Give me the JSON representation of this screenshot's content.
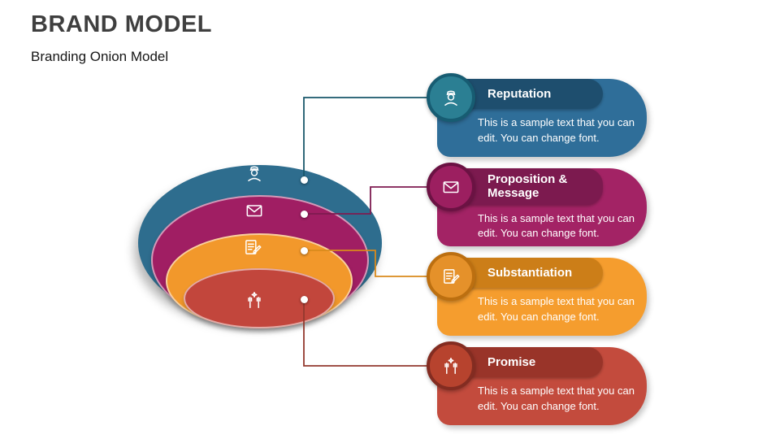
{
  "page": {
    "title": "BRAND MODEL",
    "subtitle": "Branding Onion Model"
  },
  "onion": {
    "layers": [
      {
        "name": "reputation",
        "icon": "officer-icon",
        "color": "#2E6D8E"
      },
      {
        "name": "proposition-message",
        "icon": "envelope-icon",
        "color": "#A01E63"
      },
      {
        "name": "substantiation",
        "icon": "certificate-icon",
        "color": "#F2982B"
      },
      {
        "name": "promise",
        "icon": "hands-icon",
        "color": "#C2463C"
      }
    ]
  },
  "cards": [
    {
      "title": "Reputation",
      "body": "This is a sample text that you can edit. You can change font.",
      "icon": "officer-icon",
      "colors": {
        "body": "#2F6E99",
        "header": "#1E4E6E",
        "circle": "#2B7F93",
        "ring": "#175C72",
        "line": "#19576B"
      }
    },
    {
      "title": "Proposition & Message",
      "body": "This is a sample text that you can edit. You can change font.",
      "icon": "envelope-icon",
      "colors": {
        "body": "#A32365",
        "header": "#7C1A4F",
        "circle": "#9C1F60",
        "ring": "#6B1243",
        "line": "#7E1B50"
      }
    },
    {
      "title": "Substantiation",
      "body": "This is a sample text that you can edit. You can change font.",
      "icon": "certificate-icon",
      "colors": {
        "body": "#F59D2E",
        "header": "#CC7E18",
        "circle": "#E5912A",
        "ring": "#BC6F10",
        "line": "#D98A1C"
      }
    },
    {
      "title": "Promise",
      "body": "This is a sample text that you can edit. You can change font.",
      "icon": "hands-icon",
      "colors": {
        "body": "#C34B3D",
        "header": "#993429",
        "circle": "#B7432E",
        "ring": "#832C21",
        "line": "#93392E"
      }
    }
  ]
}
